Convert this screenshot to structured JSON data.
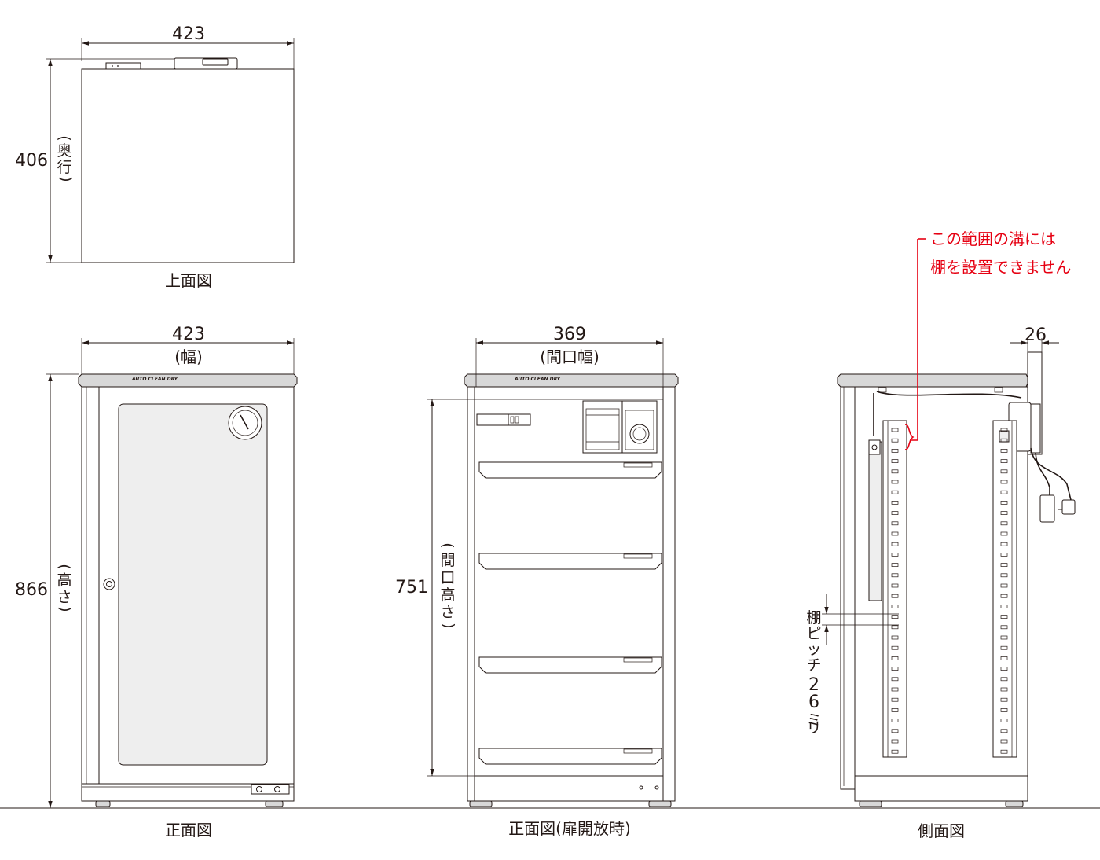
{
  "views": {
    "top": {
      "caption": "上面図",
      "width": "423",
      "depth": "406",
      "depth_label": [
        "(",
        "奥",
        "行",
        ")"
      ]
    },
    "front": {
      "caption": "正面図",
      "width": "423",
      "width_label": "(幅)",
      "height": "866",
      "height_label": [
        "(",
        "高",
        "さ",
        ")"
      ],
      "brand": "AUTO CLEAN DRY"
    },
    "front_open": {
      "caption": "正面図(扉開放時)",
      "opening_width": "369",
      "opening_width_label": "(間口幅)",
      "opening_height": "751",
      "opening_height_label": [
        "(",
        "間",
        "口",
        "高",
        "さ",
        ")"
      ],
      "brand": "AUTO CLEAN DRY"
    },
    "side": {
      "caption": "側面図",
      "panel_depth": "26",
      "shelf_pitch_label": [
        "棚",
        "ピ",
        "ッ",
        "チ",
        "2",
        "6",
        "ミ",
        "リ"
      ],
      "note_lines": [
        "この範囲の溝には",
        "棚を設置できません"
      ]
    }
  },
  "colors": {
    "line": "#231815",
    "note": "#e60012",
    "panel": "#d8d8d8"
  }
}
